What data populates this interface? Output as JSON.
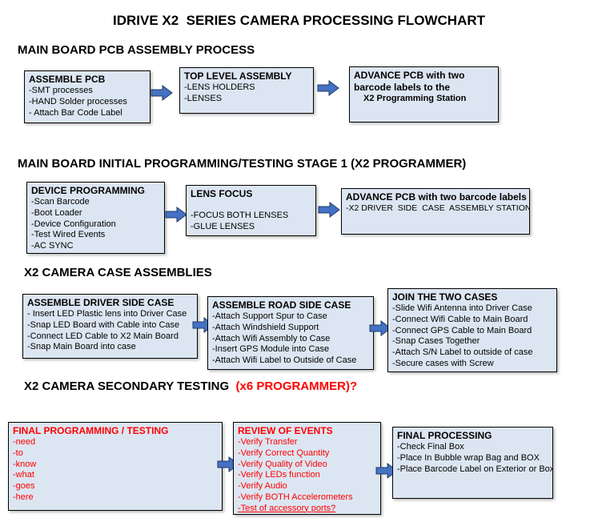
{
  "title": "IDRIVE X2  SERIES CAMERA PROCESSING FLOWCHART",
  "colors": {
    "box_fill": "#dce6f2",
    "box_border": "#000000",
    "red_text": "#ff0000",
    "arrow_fill": "#4472c4",
    "arrow_outline": "#1f3864"
  },
  "sections": [
    {
      "heading": "MAIN BOARD PCB ASSEMBLY PROCESS",
      "heading_red": "",
      "boxes": [
        {
          "title": "ASSEMBLE PCB",
          "items": [
            "-SMT processes",
            "-HAND Solder processes",
            "- Attach Bar Code Label"
          ]
        },
        {
          "title": "TOP LEVEL ASSEMBLY",
          "items": [
            "-LENS HOLDERS",
            "-LENSES"
          ]
        },
        {
          "title": "ADVANCE PCB with two barcode labels to the",
          "items": [
            "X2 Programming Station"
          ]
        }
      ]
    },
    {
      "heading": "MAIN BOARD INITIAL PROGRAMMING/TESTING STAGE 1 (X2 PROGRAMMER)",
      "heading_red": "",
      "boxes": [
        {
          "title": "DEVICE PROGRAMMING",
          "items": [
            "-Scan Barcode",
            "-Boot Loader",
            "-Device Configuration",
            "-Test Wired Events",
            "-AC SYNC"
          ]
        },
        {
          "title": "LENS FOCUS",
          "items": [
            "",
            "-FOCUS BOTH LENSES",
            "-GLUE LENSES"
          ]
        },
        {
          "title": "ADVANCE PCB with two barcode labels to:",
          "items": [
            "-X2 DRIVER  SIDE  CASE  ASSEMBLY STATION"
          ]
        }
      ]
    },
    {
      "heading": "X2 CAMERA CASE ASSEMBLIES",
      "heading_red": "",
      "boxes": [
        {
          "title": "ASSEMBLE DRIVER SIDE CASE",
          "items": [
            "- Insert LED Plastic lens into Driver Case",
            "-Snap LED Board with Cable into Case",
            "-Connect LED Cable to X2 Main Board",
            "-Snap Main Board into case"
          ]
        },
        {
          "title": "ASSEMBLE ROAD SIDE CASE",
          "items": [
            "-Attach Support Spur to Case",
            "-Attach Windshield Support",
            "-Attach Wifi Assembly to Case",
            "-Insert GPS Module into Case",
            "-Attach Wifi Label to Outside of Case"
          ]
        },
        {
          "title": "JOIN THE TWO CASES",
          "items": [
            "-Slide Wifi Antenna into Driver Case",
            "-Connect Wifi Cable to Main Board",
            "-Connect GPS Cable to Main Board",
            "-Snap Cases Together",
            "-Attach S/N Label to outside of case",
            "-Secure cases with Screw"
          ]
        }
      ]
    },
    {
      "heading": "X2 CAMERA SECONDARY TESTING ",
      "heading_red": " (x6 PROGRAMMER)?",
      "boxes": [
        {
          "title": "FINAL PROGRAMMING / TESTING",
          "items": [
            "-need",
            "-to",
            "-know",
            "-what",
            "-goes",
            "-here"
          ]
        },
        {
          "title": "REVIEW OF EVENTS",
          "items": [
            "-Verify Transfer",
            "-Verify Correct Quantity",
            "-Verify Quality of Video",
            "-Verify LEDs function",
            "-Verify Audio",
            "-Verify BOTH Accelerometers",
            "-Test of accessory ports?"
          ]
        },
        {
          "title": "FINAL PROCESSING",
          "items": [
            "-Check Final Box",
            "-Place In Bubble wrap Bag and BOX",
            "-Place Barcode Label on Exterior or Box"
          ]
        }
      ]
    }
  ]
}
